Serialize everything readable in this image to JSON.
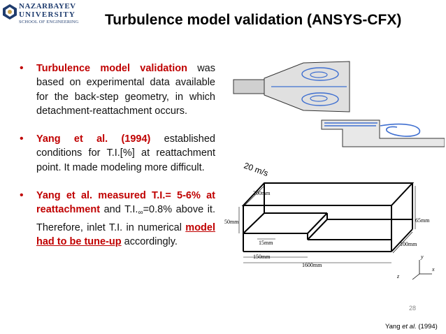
{
  "logo": {
    "line1": "NAZARBAYEV",
    "line2": "UNIVERSITY",
    "line3": "SCHOOL OF ENGINEERING",
    "color": "#1f3c6e"
  },
  "slide": {
    "title": "Turbulence model validation (ANSYS-CFX)",
    "page_number": "28",
    "citation_author": "Yang ",
    "citation_etal": "et al.",
    "citation_year": " (1994)"
  },
  "bullets": {
    "b1": {
      "lead": "Turbulence model validation",
      "text": " was based on experimental data available for the back-step geometry, in which detachment-reattachment occurs."
    },
    "b2": {
      "lead": "Yang et al. (1994)",
      "text": " established conditions for T.I.[%] at reattachment point. It made modeling more difficult."
    },
    "b3": {
      "lead": "Yang et al. measured T.I.= 5-6% at reattachment",
      "mid": " and T.I.",
      "sub": "∞",
      "mid2": "=0.8% above it. Therefore, inlet T.I. in numerical ",
      "red2": "model had to be tune-up",
      "tail": " accordingly."
    }
  },
  "diagram": {
    "velocity": "20 m/s",
    "dims": {
      "d200": "200mm",
      "d50": "50mm",
      "d15": "15mm",
      "d150": "150mm",
      "d1600": "1600mm",
      "d100": "100mm",
      "d65": "65mm"
    },
    "axes": {
      "x": "x",
      "y": "y",
      "z": "z"
    }
  },
  "colors": {
    "accent_red": "#c00000",
    "flow_blue": "#3f6fd0"
  }
}
